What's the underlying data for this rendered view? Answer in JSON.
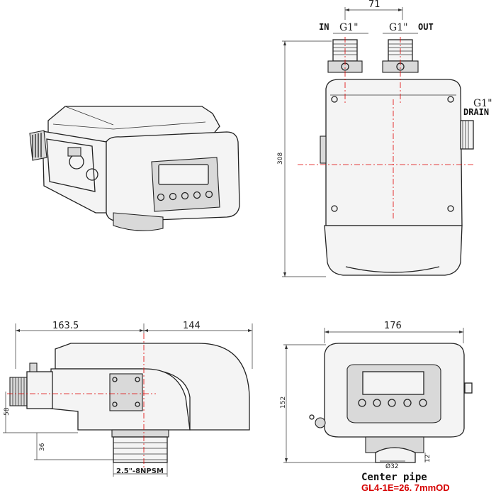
{
  "dimensions": {
    "top_width": "71",
    "height_side": "308",
    "length_left": "163.5",
    "length_right": "144",
    "width_front": "176",
    "height_front": "152",
    "inlet_height": "58",
    "base_height": "36",
    "pipe_diameter": "Ø32",
    "pipe_length": "12"
  },
  "labels": {
    "in": "IN",
    "out": "OUT",
    "drain": "DRAIN",
    "thread_in": "G1\"",
    "thread_out": "G1\"",
    "thread_drain": "G1\"",
    "npsm": "2.5\"-8NPSM"
  },
  "caption": {
    "title": "Center pipe",
    "spec": "GL4-1E=26. 7mmOD"
  },
  "colors": {
    "centerline": "#e00000",
    "outline": "#222222",
    "spec_text": "#d60000"
  }
}
